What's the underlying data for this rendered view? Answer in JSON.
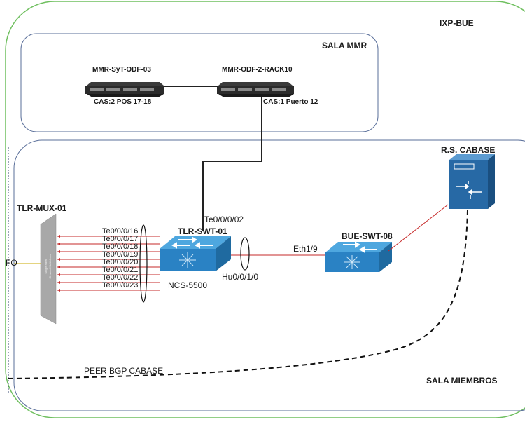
{
  "regions": {
    "outer": "IXP-BUE",
    "mmr": "SALA MMR",
    "members": "SALA MIEMBROS"
  },
  "devices": {
    "odf1": {
      "name": "MMR-SyT-ODF-03",
      "detail": "CAS:2 POS 17-18"
    },
    "odf2": {
      "name": "MMR-ODF-2-RACK10",
      "detail": "CAS:1 Puerto 12"
    },
    "mux": {
      "name": "TLR-MUX-01",
      "panel_text": "Single Fiber / Channel Multiplexer"
    },
    "tlr_switch": {
      "name": "TLR-SWT-01",
      "model": "NCS-5500",
      "uplink_port": "Te0/0/0/02",
      "hu_port": "Hu0/0/1/0"
    },
    "bue_switch": {
      "name": "BUE-SWT-08",
      "port": "Eth1/9"
    },
    "route_server": {
      "name": "R.S. CABASE"
    }
  },
  "mux_ports": [
    "Te0/0/0/16",
    "Te0/0/0/17",
    "Te0/0/0/18",
    "Te0/0/0/19",
    "Te0/0/0/20",
    "Te0/0/0/21",
    "Te0/0/0/22",
    "Te0/0/0/23"
  ],
  "links": {
    "fo": "FO",
    "peer": "PEER BGP CABASE"
  },
  "colors": {
    "outer_border": "#6fbf5f",
    "region_border": "#5a6f9a",
    "link_red": "#c62828",
    "cable": "#222222",
    "switch_blue": "#2a82c4",
    "mux_gray": "#a8a8a8",
    "server_blue": "#2769a5"
  }
}
